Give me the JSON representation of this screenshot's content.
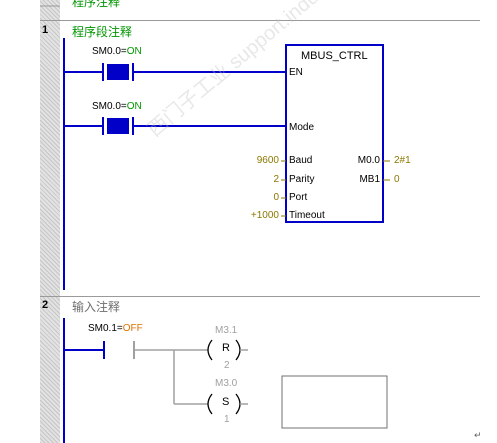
{
  "header_fragment": "程序注释",
  "networks": [
    {
      "number": "1",
      "comment": "程序段注释",
      "contacts": [
        {
          "address": "SM0.0",
          "value": "ON"
        },
        {
          "address": "SM0.0",
          "value": "ON"
        }
      ],
      "block": {
        "title": "MBUS_CTRL",
        "en_pin": "EN",
        "mode_pin": "Mode",
        "inputs": [
          {
            "pin": "Baud",
            "value": "9600"
          },
          {
            "pin": "Parity",
            "value": "2"
          },
          {
            "pin": "Port",
            "value": "0"
          },
          {
            "pin": "Timeout",
            "value": "+1000"
          }
        ],
        "outputs": [
          {
            "pin": "M0.0",
            "value": "2#1"
          },
          {
            "pin": "MB1",
            "value": "0"
          }
        ]
      }
    },
    {
      "number": "2",
      "comment": "输入注释",
      "contact": {
        "address": "SM0.1",
        "value": "OFF"
      },
      "coils": [
        {
          "address": "M3.1",
          "type": "R",
          "count": "2"
        },
        {
          "address": "M3.0",
          "type": "S",
          "count": "1"
        }
      ]
    }
  ],
  "watermark": "西门子工业  support.industry.siemens.com",
  "colors": {
    "rail": "#0000c8",
    "comment_green": "#009600",
    "value_olive": "#8c7800",
    "inactive": "#a0a0a0"
  }
}
